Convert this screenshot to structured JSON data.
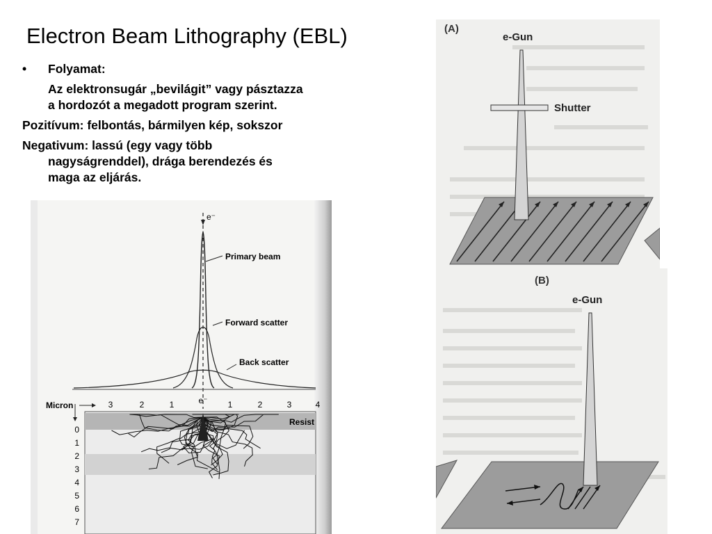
{
  "slide": {
    "title": "Electron Beam Lithography (EBL)",
    "bullet_symbol": "•",
    "bullet_heading": "Folyamat:",
    "bullet_body_line1": "Az elektronsugár „bevilágit” vagy pásztazza",
    "bullet_body_line2": "a hordozót a megadott program szerint.",
    "positive": "Pozitívum: felbontás, bármilyen kép, sokszor",
    "negative_line1": "Negativum: lassú (egy vagy több",
    "negative_line2": "nagyságrenddel), drága berendezés és",
    "negative_line3": "maga az eljárás."
  },
  "scatter_figure": {
    "beam_label": "e⁻",
    "primary_beam": "Primary beam",
    "forward_scatter": "Forward scatter",
    "back_scatter": "Back scatter",
    "micron": "Micron",
    "resist": "Resist",
    "x_left": [
      "3",
      "2",
      "1"
    ],
    "x_right": [
      "1",
      "2",
      "3",
      "4"
    ],
    "depth": [
      "0",
      "1",
      "2",
      "3",
      "4",
      "5",
      "6",
      "7"
    ]
  },
  "scan_figure_a": {
    "panel": "(A)",
    "gun": "e-Gun",
    "shutter": "Shutter"
  },
  "scan_figure_b": {
    "panel": "(B)",
    "gun": "e-Gun"
  }
}
